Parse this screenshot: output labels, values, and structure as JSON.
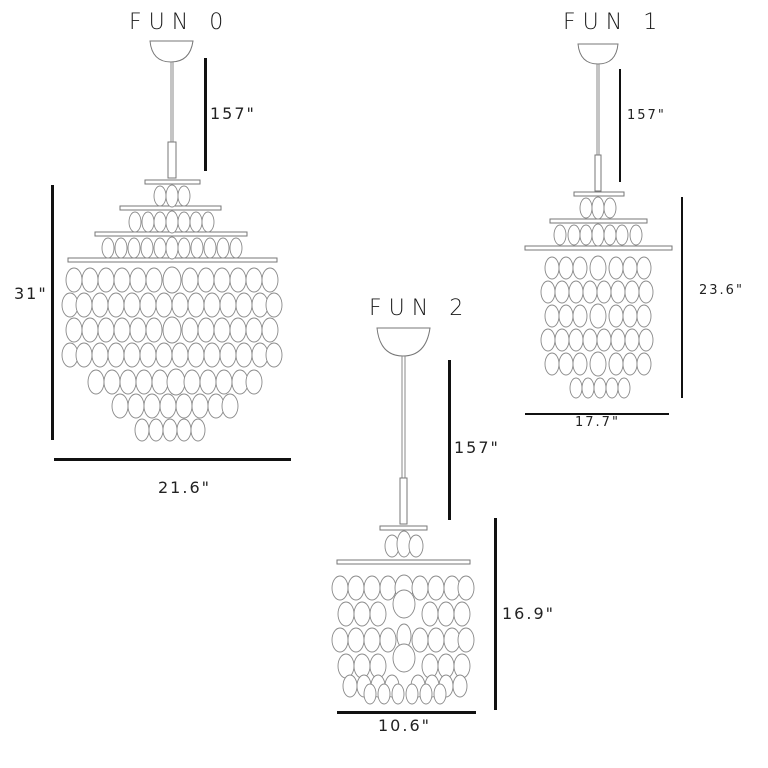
{
  "diagram": {
    "lamps": [
      {
        "name": "FUN 0",
        "cable_length": "157\"",
        "height": "31\"",
        "width": "21.6\""
      },
      {
        "name": "FUN 1",
        "cable_length": "157\"",
        "height": "23.6\"",
        "width": "17.7\""
      },
      {
        "name": "FUN 2",
        "cable_length": "157\"",
        "height": "16.9\"",
        "width": "10.6\""
      }
    ],
    "colors": {
      "background": "#ffffff",
      "dimension_line": "#111111",
      "drawing_stroke": "#8a8a8a"
    }
  }
}
